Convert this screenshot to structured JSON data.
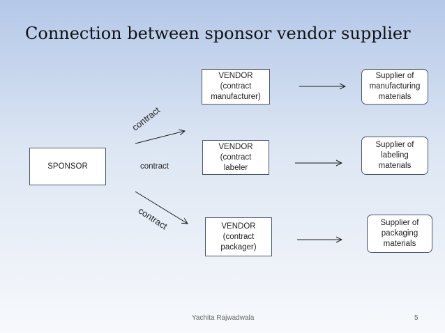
{
  "title": "Connection between sponsor vendor supplier",
  "sponsor": {
    "label": "SPONSOR"
  },
  "vendors": [
    {
      "lines": [
        "VENDOR",
        "(contract",
        "manufacturer)"
      ]
    },
    {
      "lines": [
        "VENDOR",
        "(contract",
        "labeler"
      ]
    },
    {
      "lines": [
        "VENDOR",
        "(contract",
        "packager)"
      ]
    }
  ],
  "suppliers": [
    {
      "lines": [
        "Supplier of",
        "manufacturing",
        "materials"
      ]
    },
    {
      "lines": [
        "Supplier of",
        "labeling",
        "materials"
      ]
    },
    {
      "lines": [
        "Supplier of",
        "packaging",
        "materials"
      ]
    }
  ],
  "contract_labels": {
    "upper": "contract",
    "middle": "contract",
    "lower": "contract"
  },
  "footer": {
    "author": "Yachita Rajwadwala",
    "page_number": "5"
  },
  "colors": {
    "box_border": "#44566e",
    "arrow": "#1a1a1a"
  }
}
